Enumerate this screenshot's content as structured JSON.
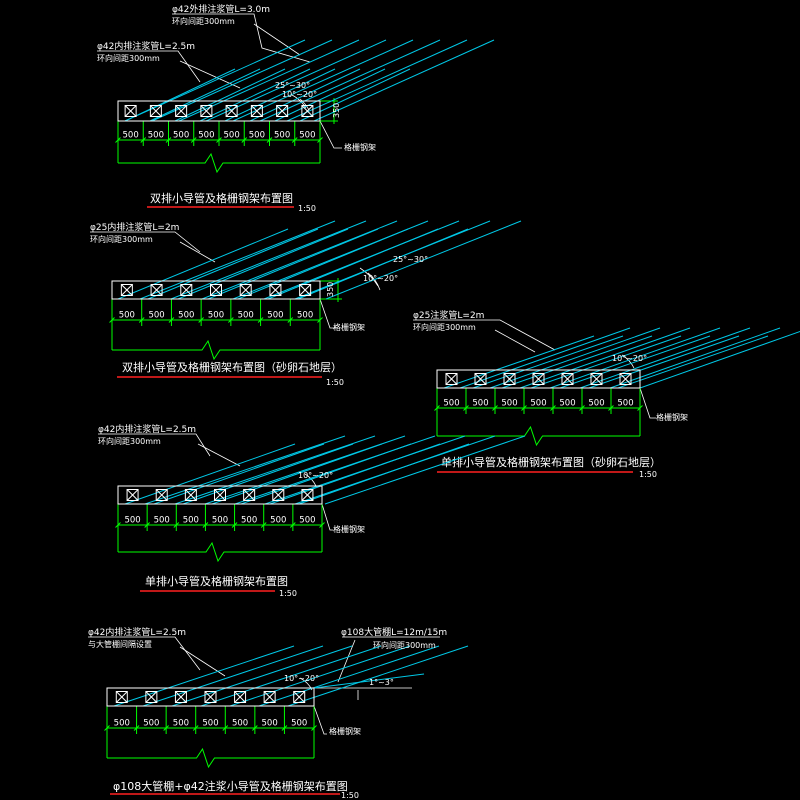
{
  "colors": {
    "background": "#000000",
    "frame": "#ffffff",
    "pipe": "#00c8e6",
    "dim": "#00ff00",
    "annotation": "#ffffff",
    "title_underline": "#ff2020"
  },
  "diagrams": [
    {
      "id": "d1",
      "title": "双排小导管及格栅钢架布置图",
      "scale": "1:50",
      "labels": {
        "pipe_a": "φ42外排注浆管L=3.0m",
        "pipe_a_sub": "环向间距300mm",
        "pipe_b": "φ42内排注浆管L=2.5m",
        "pipe_b_sub": "环向间距300mm",
        "angle_a": "25°~30°",
        "angle_b": "10°~20°",
        "height": "350",
        "frame": "格栅钢架"
      },
      "spacings": [
        "500",
        "500",
        "500",
        "500",
        "500",
        "500",
        "500",
        "500"
      ]
    },
    {
      "id": "d2",
      "title": "双排小导管及格栅钢架布置图（砂卵石地层）",
      "scale": "1:50",
      "labels": {
        "pipe_a": "φ25内排注浆管L=2m",
        "pipe_a_sub": "环向间距300mm",
        "angle_a": "25°~30°",
        "angle_b": "10°~20°",
        "height": "350",
        "frame": "格栅钢架"
      },
      "spacings": [
        "500",
        "500",
        "500",
        "500",
        "500",
        "500",
        "500"
      ]
    },
    {
      "id": "d3",
      "title": "单排小导管及格栅钢架布置图（砂卵石地层）",
      "scale": "1:50",
      "labels": {
        "pipe_a": "φ25注浆管L=2m",
        "pipe_a_sub": "环向间距300mm",
        "angle_b": "10°~20°",
        "frame": "格栅钢架"
      },
      "spacings": [
        "500",
        "500",
        "500",
        "500",
        "500",
        "500",
        "500"
      ]
    },
    {
      "id": "d4",
      "title": "单排小导管及格栅钢架布置图",
      "scale": "1:50",
      "labels": {
        "pipe_a": "φ42内排注浆管L=2.5m",
        "pipe_a_sub": "环向间距300mm",
        "angle_b": "10°~20°",
        "frame": "格栅钢架"
      },
      "spacings": [
        "500",
        "500",
        "500",
        "500",
        "500",
        "500",
        "500"
      ]
    },
    {
      "id": "d5",
      "title": "φ108大管棚+φ42注浆小导管及格栅钢架布置图",
      "scale": "1:50",
      "labels": {
        "pipe_a": "φ42内排注浆管L=2.5m",
        "pipe_a_sub": "与大管棚间隔设置",
        "pipe_c": "φ108大管棚L=12m/15m",
        "pipe_c_sub": "环向间距300mm",
        "angle_b": "10°~20°",
        "angle_c": "1°~3°",
        "frame": "格栅钢架"
      },
      "spacings": [
        "500",
        "500",
        "500",
        "500",
        "500",
        "500",
        "500"
      ]
    }
  ]
}
